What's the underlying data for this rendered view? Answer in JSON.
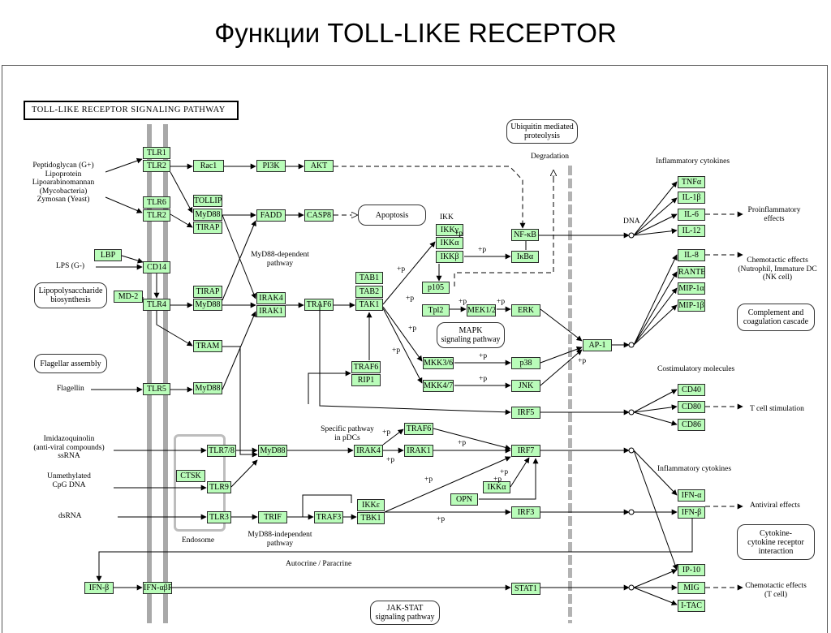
{
  "slide_title": "Функции TOLL-LIKE RECEPTOR",
  "pathway_title": "TOLL-LIKE RECEPTOR SIGNALING PATHWAY",
  "genes": [
    {
      "id": "tlr1",
      "text": "TLR1"
    },
    {
      "id": "tlr2a",
      "text": "TLR2"
    },
    {
      "id": "tlr6",
      "text": "TLR6"
    },
    {
      "id": "tlr2b",
      "text": "TLR2"
    },
    {
      "id": "lbp",
      "text": "LBP"
    },
    {
      "id": "cd14",
      "text": "CD14"
    },
    {
      "id": "md2",
      "text": "MD-2"
    },
    {
      "id": "tlr4",
      "text": "TLR4"
    },
    {
      "id": "tlr5",
      "text": "TLR5"
    },
    {
      "id": "tlr78",
      "text": "TLR7/8"
    },
    {
      "id": "ctsk",
      "text": "CTSK"
    },
    {
      "id": "tlr9",
      "text": "TLR9"
    },
    {
      "id": "tlr3",
      "text": "TLR3"
    },
    {
      "id": "ifnb_left",
      "text": "IFN-β"
    },
    {
      "id": "ifnabr",
      "text": "IFN-αβR"
    },
    {
      "id": "rac1",
      "text": "Rac1"
    },
    {
      "id": "pi3k",
      "text": "PI3K"
    },
    {
      "id": "akt",
      "text": "AKT"
    },
    {
      "id": "tollip",
      "text": "TOLLIP"
    },
    {
      "id": "myd88a",
      "text": "MyD88"
    },
    {
      "id": "tirapa",
      "text": "TIRAP"
    },
    {
      "id": "fadd",
      "text": "FADD"
    },
    {
      "id": "casp8",
      "text": "CASP8"
    },
    {
      "id": "tirapb",
      "text": "TIRAP"
    },
    {
      "id": "myd88b",
      "text": "MyD88"
    },
    {
      "id": "irak4a",
      "text": "IRAK4"
    },
    {
      "id": "irak1a",
      "text": "IRAK1"
    },
    {
      "id": "traf6a",
      "text": "TRAF6"
    },
    {
      "id": "tab1",
      "text": "TAB1"
    },
    {
      "id": "tab2",
      "text": "TAB2"
    },
    {
      "id": "tak1",
      "text": "TAK1"
    },
    {
      "id": "tram",
      "text": "TRAM"
    },
    {
      "id": "myd88c",
      "text": "MyD88"
    },
    {
      "id": "traf6b",
      "text": "TRAF6"
    },
    {
      "id": "rip1",
      "text": "RIP1"
    },
    {
      "id": "myd88d",
      "text": "MyD88"
    },
    {
      "id": "irak4b",
      "text": "IRAK4"
    },
    {
      "id": "irak1b",
      "text": "IRAK1"
    },
    {
      "id": "traf6c",
      "text": "TRAF6"
    },
    {
      "id": "trif",
      "text": "TRIF"
    },
    {
      "id": "traf3",
      "text": "TRAF3"
    },
    {
      "id": "ikke",
      "text": "IKKε"
    },
    {
      "id": "tbk1",
      "text": "TBK1"
    },
    {
      "id": "ikkg",
      "text": "IKKγ"
    },
    {
      "id": "ikka",
      "text": "IKKα"
    },
    {
      "id": "ikkb",
      "text": "IKKβ"
    },
    {
      "id": "p105",
      "text": "p105"
    },
    {
      "id": "tpl2",
      "text": "Tpl2"
    },
    {
      "id": "mek12",
      "text": "MEK1/2"
    },
    {
      "id": "erk",
      "text": "ERK"
    },
    {
      "id": "mkk36",
      "text": "MKK3/6"
    },
    {
      "id": "p38",
      "text": "p38"
    },
    {
      "id": "mkk47",
      "text": "MKK4/7"
    },
    {
      "id": "jnk",
      "text": "JNK"
    },
    {
      "id": "nfkb",
      "text": "NF-κB"
    },
    {
      "id": "ikba",
      "text": "IκBα"
    },
    {
      "id": "ap1",
      "text": "AP-1"
    },
    {
      "id": "irf5",
      "text": "IRF5"
    },
    {
      "id": "irf7",
      "text": "IRF7"
    },
    {
      "id": "ikka2",
      "text": "IKKα"
    },
    {
      "id": "opn",
      "text": "OPN"
    },
    {
      "id": "irf3",
      "text": "IRF3"
    },
    {
      "id": "stat1",
      "text": "STAT1"
    },
    {
      "id": "tnfa",
      "text": "TNFα"
    },
    {
      "id": "il1b",
      "text": "IL-1β"
    },
    {
      "id": "il6",
      "text": "IL-6"
    },
    {
      "id": "il12",
      "text": "IL-12"
    },
    {
      "id": "il8",
      "text": "IL-8"
    },
    {
      "id": "rantes",
      "text": "RANTES"
    },
    {
      "id": "mip1a",
      "text": "MIP-1α"
    },
    {
      "id": "mip1b",
      "text": "MIP-1β"
    },
    {
      "id": "cd40",
      "text": "CD40"
    },
    {
      "id": "cd80",
      "text": "CD80"
    },
    {
      "id": "cd86",
      "text": "CD86"
    },
    {
      "id": "ifna",
      "text": "IFN-α"
    },
    {
      "id": "ifnb_right",
      "text": "IFN-β"
    },
    {
      "id": "ip10",
      "text": "IP-10"
    },
    {
      "id": "mig",
      "text": "MIG"
    },
    {
      "id": "itac",
      "text": "I-TAC"
    }
  ],
  "pathway_links": [
    {
      "id": "ubiquitin",
      "text": "Ubiquitin mediated\nproteolysis"
    },
    {
      "id": "apoptosis",
      "text": "Apoptosis"
    },
    {
      "id": "lps_bio",
      "text": "Lipopolysaccharide\nbiosynthesis"
    },
    {
      "id": "flagellar",
      "text": "Flagellar assembly"
    },
    {
      "id": "mapk",
      "text": "MAPK\nsignaling pathway"
    },
    {
      "id": "complement",
      "text": "Complement and\ncoagulation cascade"
    },
    {
      "id": "cytokine",
      "text": "Cytokine-\ncytokine receptor\ninteraction"
    },
    {
      "id": "jakstat",
      "text": "JAK-STAT\nsignaling pathway"
    }
  ],
  "labels": [
    {
      "id": "ligands_tlr2",
      "text": "Peptidoglycan (G+)\nLipoprotein\nLipoarabinomannan\n(Mycobacteria)\nZymosan (Yeast)"
    },
    {
      "id": "lps",
      "text": "LPS (G-)"
    },
    {
      "id": "flagellin",
      "text": "Flagellin"
    },
    {
      "id": "imidazo",
      "text": "Imidazoquinolin\n(anti-viral compounds)\nssRNA"
    },
    {
      "id": "cpg",
      "text": "Unmethylated\nCpG DNA"
    },
    {
      "id": "dsrna",
      "text": "dsRNA"
    },
    {
      "id": "endosome",
      "text": "Endosome"
    },
    {
      "id": "myd88_dep",
      "text": "MyD88-dependent\npathway"
    },
    {
      "id": "myd88_indep",
      "text": "MyD88-independent\npathway"
    },
    {
      "id": "specific",
      "text": "Specific pathway\nin pDCs"
    },
    {
      "id": "autocrine",
      "text": "Autocrine / Paracrine"
    },
    {
      "id": "degradation",
      "text": "Degradation"
    },
    {
      "id": "ikk",
      "text": "IKK"
    },
    {
      "id": "dna",
      "text": "DNA"
    },
    {
      "id": "infl1",
      "text": "Inflammatory cytokines"
    },
    {
      "id": "proinfl",
      "text": "Proinflammatory\neffects"
    },
    {
      "id": "chemo1",
      "text": "Chemotactic effects\n(Nutrophil, Immature DC\n(NK cell)"
    },
    {
      "id": "costim",
      "text": "Costimulatory molecules"
    },
    {
      "id": "tcell",
      "text": "T cell stimulation"
    },
    {
      "id": "infl2",
      "text": "Inflammatory cytokines"
    },
    {
      "id": "antiviral",
      "text": "Antiviral effects"
    },
    {
      "id": "chemo2",
      "text": "Chemotactic effects\n(T cell)"
    },
    {
      "id": "p1",
      "text": "+p"
    },
    {
      "id": "p2",
      "text": "+p"
    },
    {
      "id": "p3",
      "text": "+p"
    },
    {
      "id": "p4",
      "text": "+p"
    },
    {
      "id": "p5",
      "text": "+p"
    },
    {
      "id": "p6",
      "text": "+p"
    },
    {
      "id": "p7",
      "text": "+p"
    },
    {
      "id": "p8",
      "text": "+p"
    },
    {
      "id": "p9",
      "text": "+p"
    },
    {
      "id": "p10",
      "text": "+p"
    },
    {
      "id": "p11",
      "text": "+p"
    },
    {
      "id": "p12",
      "text": "+p"
    },
    {
      "id": "p13",
      "text": "+p"
    },
    {
      "id": "p14",
      "text": "+p"
    },
    {
      "id": "p15",
      "text": "+p"
    },
    {
      "id": "p16",
      "text": "+p"
    },
    {
      "id": "p17",
      "text": "+p"
    },
    {
      "id": "p18",
      "text": "+p"
    }
  ]
}
